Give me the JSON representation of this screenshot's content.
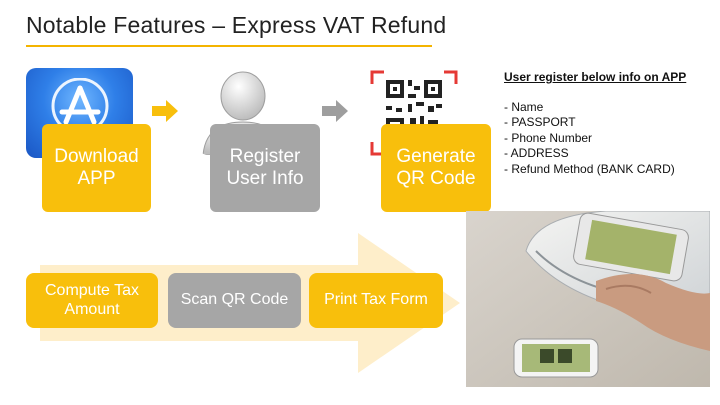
{
  "header": {
    "title": "Notable Features – Express VAT Refund"
  },
  "steps_top": [
    {
      "label": "Download APP"
    },
    {
      "label": "Register User Info"
    },
    {
      "label": "Generate QR Code"
    }
  ],
  "steps_bottom": [
    {
      "label": "Compute Tax Amount"
    },
    {
      "label": "Scan QR Code"
    },
    {
      "label": "Print Tax Form"
    }
  ],
  "info": {
    "heading": "User register below info on APP",
    "items": [
      "- Name",
      "- PASSPORT",
      "- Phone Number",
      "- ADDRESS",
      "- Refund Method (BANK CARD)"
    ]
  },
  "colors": {
    "accent": "#f8bf0c",
    "grey_box": "#a6a6a6",
    "title_rule": "#f4b400",
    "arrow": "#fde8b8"
  },
  "icons": [
    "app-store-icon",
    "user-silhouette-icon",
    "qr-code-icon"
  ]
}
